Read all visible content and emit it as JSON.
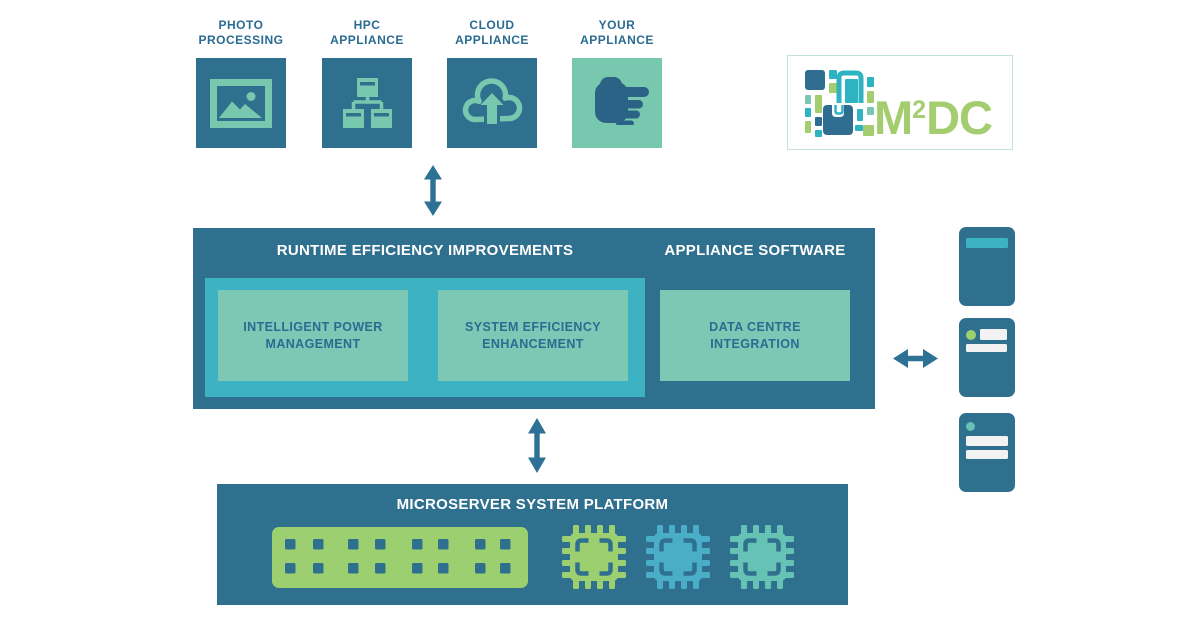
{
  "colors": {
    "blue": "#30708f",
    "mint": "#77c8ae",
    "box_mint": "#7cc8b4",
    "teal": "#3cb2c3",
    "green": "#9ccf6f",
    "chip_blue": "#4aaec8",
    "chip_mint": "#66c2b4",
    "text_blue": "#2a6b92",
    "hand_blue": "#2b6386",
    "arrow": "#2d7195",
    "bar_white": "#f2f2f2",
    "logo_green": "#a3cd6e",
    "logo_border": "#c2e3d9",
    "logo_blue": "#2f6d91",
    "logo_teal": "#2eb3c3"
  },
  "appliances": [
    {
      "label": "PHOTO\nPROCESSING",
      "icon": "photo-icon"
    },
    {
      "label": "HPC\nAPPLIANCE",
      "icon": "cluster-icon"
    },
    {
      "label": "CLOUD\nAPPLIANCE",
      "icon": "cloud-upload-icon"
    },
    {
      "label": "YOUR\nAPPLIANCE",
      "icon": "pointing-hand-icon"
    }
  ],
  "logo": {
    "m": "M",
    "sup": "2",
    "dc": "DC"
  },
  "middle": {
    "title_left": "RUNTIME EFFICIENCY IMPROVEMENTS",
    "title_right": "APPLIANCE SOFTWARE",
    "boxes": [
      {
        "label": "INTELLIGENT POWER\nMANAGEMENT"
      },
      {
        "label": "SYSTEM EFFICIENCY\nENHANCEMENT"
      },
      {
        "label": "DATA CENTRE\nINTEGRATION"
      }
    ]
  },
  "bottom": {
    "title": "MICROSERVER SYSTEM PLATFORM",
    "icons": [
      "circuit-board-icon",
      "chip-icon-green",
      "chip-icon-blue",
      "chip-icon-mint"
    ]
  },
  "right_rack": {
    "icons": [
      "tower-server-icon",
      "tower-server-icon",
      "tower-server-icon"
    ],
    "arrow": "double-arrow-horizontal-icon"
  },
  "arrows": [
    "double-arrow-vertical-icon",
    "double-arrow-vertical-icon"
  ]
}
